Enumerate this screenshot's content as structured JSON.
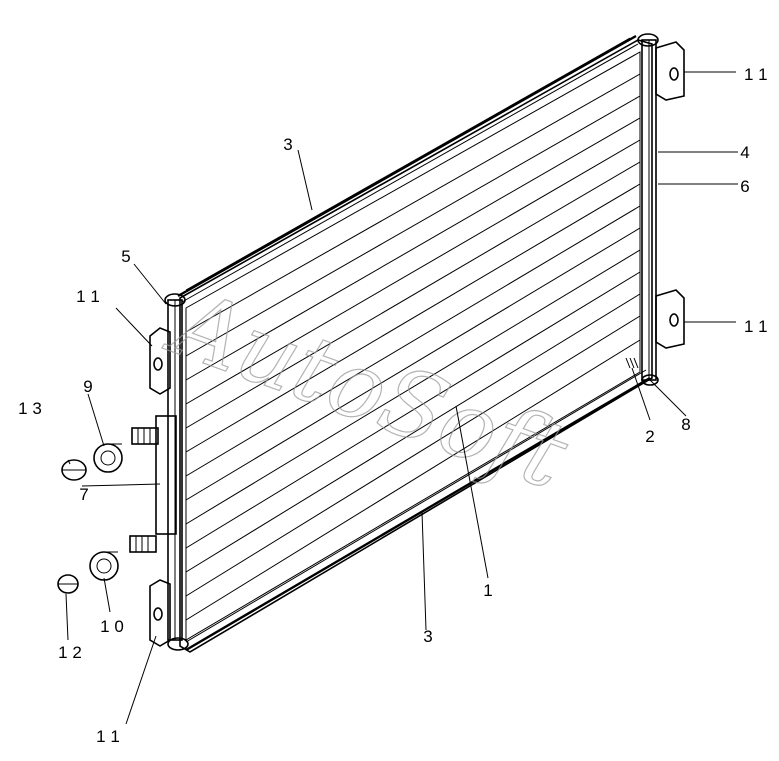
{
  "watermark": "AutoSoft",
  "callouts": {
    "c1": "1",
    "c2": "2",
    "c3_top": "3",
    "c3_bottom": "3",
    "c4": "4",
    "c5": "5",
    "c6": "6",
    "c7": "7",
    "c8": "8",
    "c9": "9",
    "c10": "1 0",
    "c11_top_right": "1 1",
    "c11_mid_right": "1 1",
    "c11_top_left": "1 1",
    "c11_bottom_left": "1 1",
    "c12": "1 2",
    "c13": "1 3"
  }
}
